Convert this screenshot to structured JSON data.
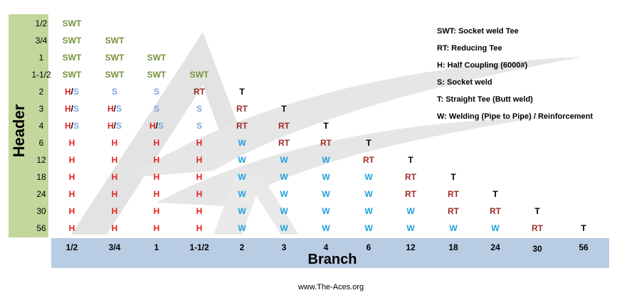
{
  "header_title": "Header",
  "branch_title": "Branch",
  "header_sizes": [
    "1/2",
    "3/4",
    "1",
    "1-1/2",
    "2",
    "3",
    "4",
    "6",
    "12",
    "18",
    "24",
    "30",
    "56"
  ],
  "branch_sizes": [
    "1/2",
    "3/4",
    "1",
    "1-1/2",
    "2",
    "3",
    "4",
    "6",
    "12",
    "18",
    "24",
    "30",
    "56"
  ],
  "matrix": [
    [
      "SWT"
    ],
    [
      "SWT",
      "SWT"
    ],
    [
      "SWT",
      "SWT",
      "SWT"
    ],
    [
      "SWT",
      "SWT",
      "SWT",
      "SWT"
    ],
    [
      "H/S",
      "S",
      "S",
      "RT",
      "T"
    ],
    [
      "H/S",
      "H/S",
      "S",
      "S",
      "RT",
      "T"
    ],
    [
      "H/S",
      "H/S",
      "H/S",
      "S",
      "RT",
      "RT",
      "T"
    ],
    [
      "H",
      "H",
      "H",
      "H",
      "W",
      "RT",
      "RT",
      "T"
    ],
    [
      "H",
      "H",
      "H",
      "H",
      "W",
      "W",
      "W",
      "RT",
      "T"
    ],
    [
      "H",
      "H",
      "H",
      "H",
      "W",
      "W",
      "W",
      "W",
      "RT",
      "T"
    ],
    [
      "H",
      "H",
      "H",
      "H",
      "W",
      "W",
      "W",
      "W",
      "RT",
      "RT",
      "T"
    ],
    [
      "H",
      "H",
      "H",
      "H",
      "W",
      "W",
      "W",
      "W",
      "W",
      "RT",
      "RT",
      "T"
    ],
    [
      "H",
      "H",
      "H",
      "H",
      "W",
      "W",
      "W",
      "W",
      "W",
      "W",
      "W",
      "RT",
      "T"
    ]
  ],
  "legend": [
    "SWT: Socket weld Tee",
    "RT: Reducing Tee",
    "H: Half Coupling (6000#)",
    "S: Socket weld",
    "T: Straight Tee (Butt weld)",
    "W: Welding (Pipe to Pipe) / Reinforcement"
  ],
  "footer": "www.The-Aces.org",
  "colors": {
    "SWT": "#76923c",
    "H": "#e0221f",
    "S": "#7aa7d8",
    "RT": "#9e2b28",
    "T": "#000000",
    "W": "#1fa2dc",
    "header_bg": "#c3d69b",
    "branch_bg": "#b8cce4"
  }
}
